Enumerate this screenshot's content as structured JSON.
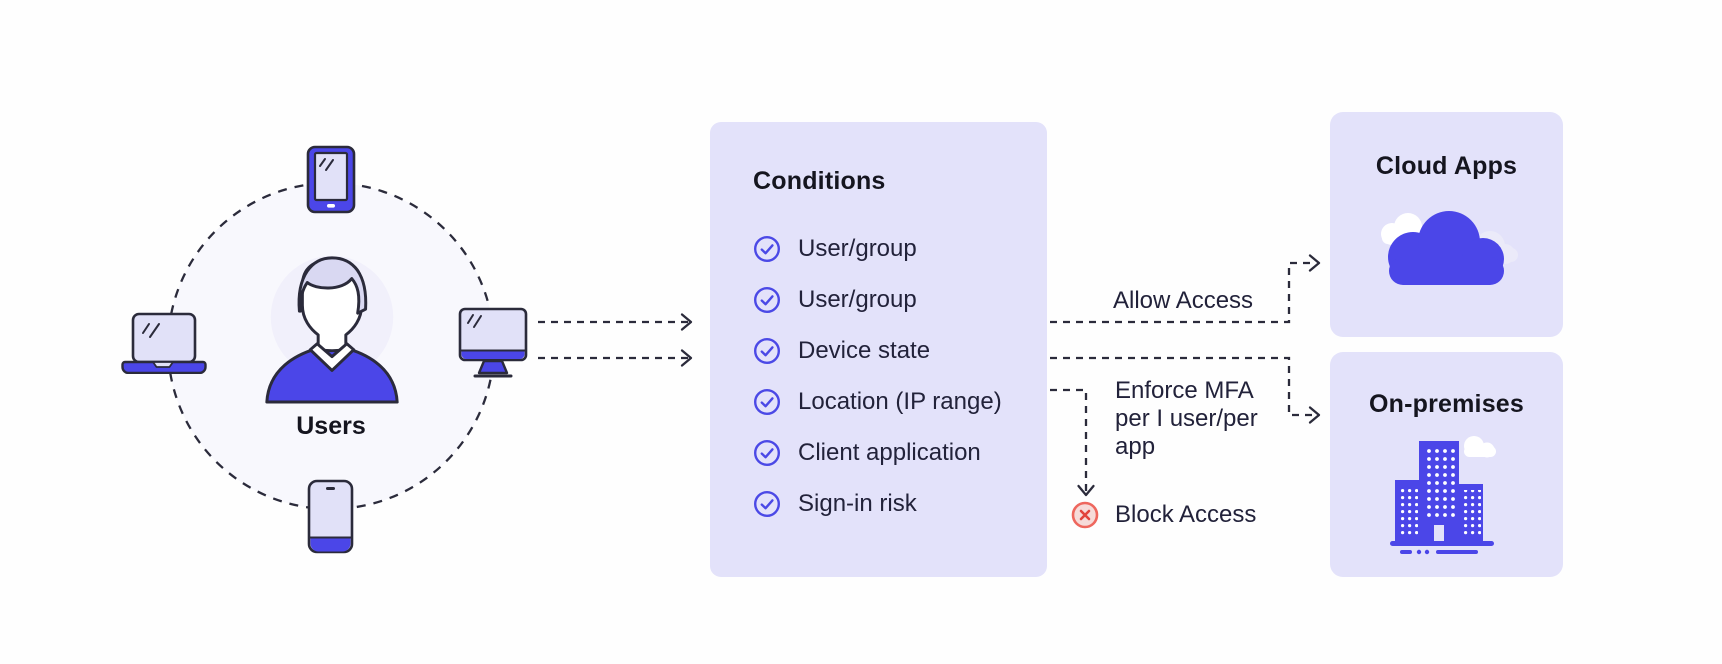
{
  "palette": {
    "accent_blue": "#4B46E8",
    "card_lavender": "#E3E2FA",
    "outline_navy": "#2B2B3B",
    "screen_lavender": "#E1E1F8",
    "users_circle_fill": "#F8F8FD",
    "block_red_stroke": "#EE675E",
    "block_red_fill": "#F6DBD9",
    "check_blue": "#4B49E6",
    "text_dark": "#22223A"
  },
  "users": {
    "label": "Users"
  },
  "conditions": {
    "title": "Conditions",
    "items": [
      {
        "label": "User/group"
      },
      {
        "label": "User/group"
      },
      {
        "label": "Device state"
      },
      {
        "label": "Location (IP range)"
      },
      {
        "label": "Client application"
      },
      {
        "label": "Sign-in risk"
      }
    ]
  },
  "outcomes": {
    "allow_label": "Allow Access",
    "mfa_label": "Enforce MFA per I user/per app",
    "block_label": "Block Access"
  },
  "targets": {
    "cloud_apps": {
      "title": "Cloud Apps"
    },
    "on_premises": {
      "title": "On-premises"
    }
  },
  "icons": {
    "condition_check": "check-circle-icon",
    "block": "block-x-icon",
    "cloud": "cloud-icon",
    "building": "building-icon",
    "devices": [
      "tablet-icon",
      "laptop-icon",
      "monitor-icon",
      "phone-icon"
    ],
    "avatar": "user-avatar-icon"
  }
}
